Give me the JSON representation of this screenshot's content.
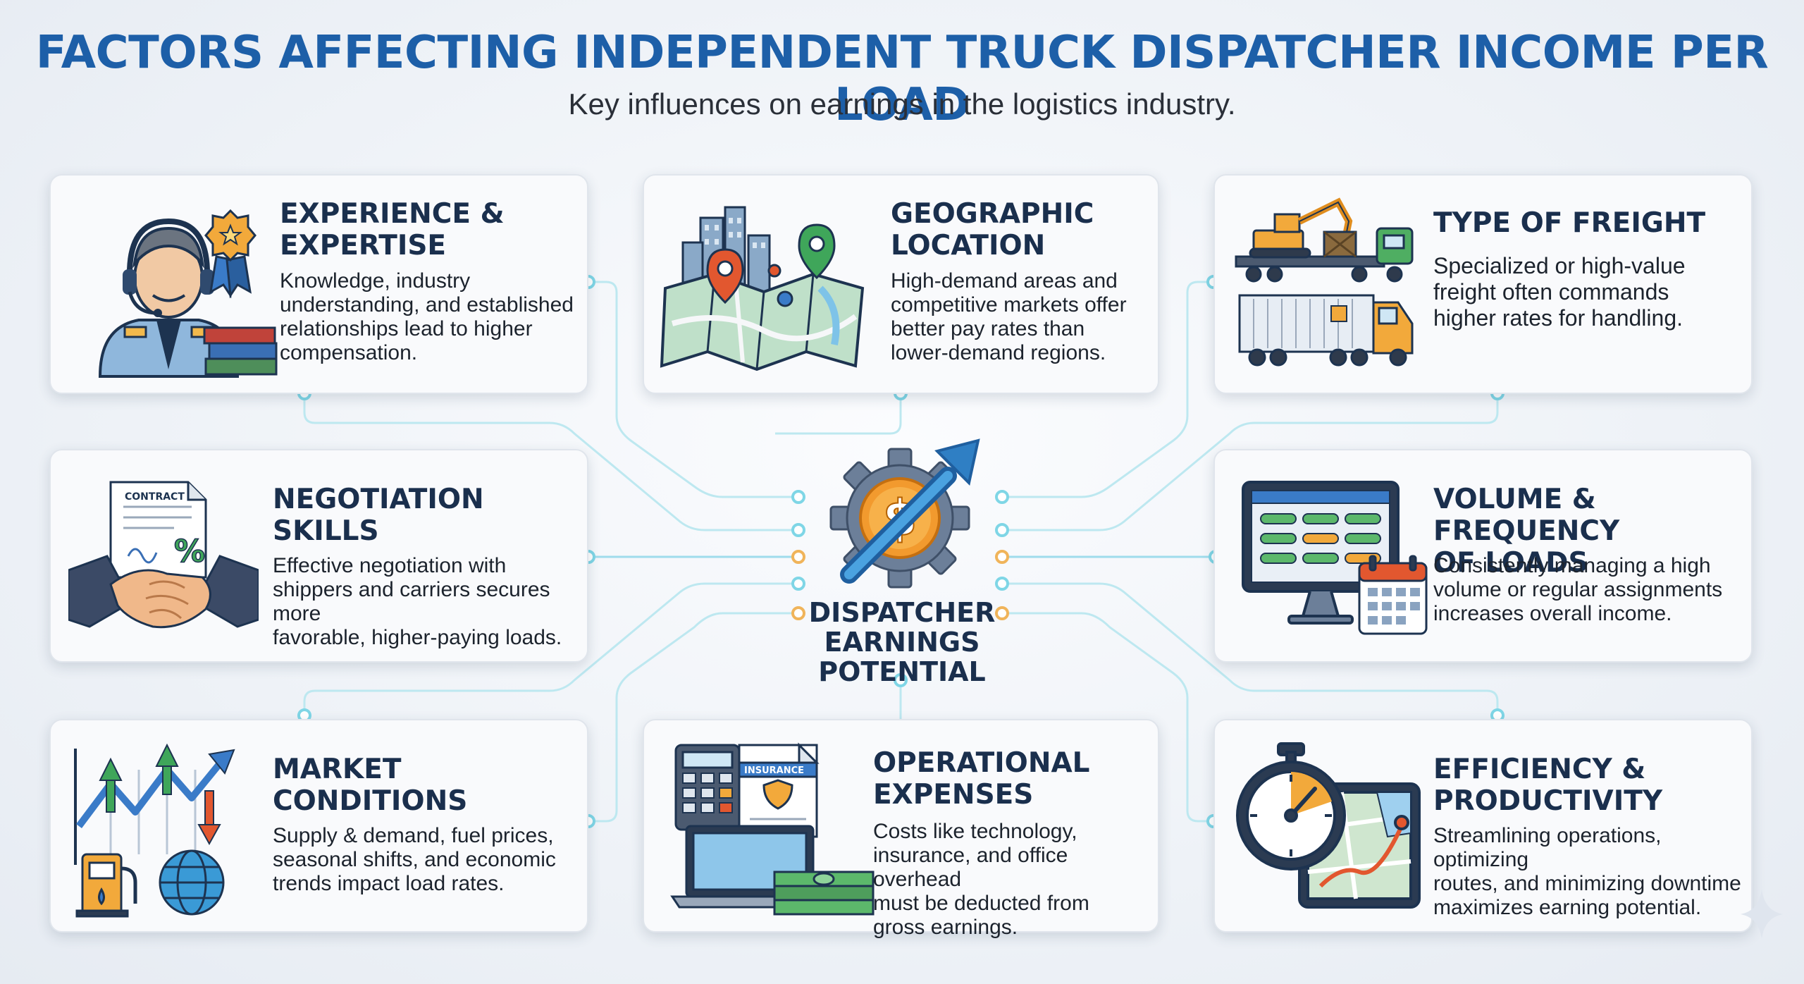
{
  "header": {
    "title": "FACTORS AFFECTING INDEPENDENT TRUCK DISPATCHER INCOME PER LOAD",
    "subtitle": "Key influences on earnings in the logistics industry."
  },
  "center": {
    "label_line1": "DISPATCHER",
    "label_line2": "EARNINGS POTENTIAL"
  },
  "factors": {
    "experience": {
      "title_line1": "EXPERIENCE &",
      "title_line2": "EXPERTISE",
      "lines": [
        "Knowledge, industry",
        "understanding, and established",
        "relationships lead to higher",
        "compensation."
      ]
    },
    "geographic": {
      "title_line1": "GEOGRAPHIC",
      "title_line2": "LOCATION",
      "lines": [
        "High-demand areas and",
        "competitive markets offer",
        "better pay rates than",
        "lower-demand regions."
      ]
    },
    "freight": {
      "title_line1": "TYPE OF FREIGHT",
      "lines": [
        "Specialized or high-value",
        "freight often commands",
        "higher rates for handling."
      ]
    },
    "negotiation": {
      "title_line1": "NEGOTIATION",
      "title_line2": "SKILLS",
      "lines": [
        "Effective negotiation with",
        "shippers and carriers secures more",
        "favorable, higher-paying loads."
      ],
      "contract_label": "CONTRACT"
    },
    "volume": {
      "title_line1": "VOLUME & FREQUENCY",
      "title_line2": "OF LOADS",
      "lines": [
        "Consistently managing a high",
        "volume or regular assignments",
        "increases overall income."
      ]
    },
    "market": {
      "title_line1": "MARKET",
      "title_line2": "CONDITIONS",
      "lines": [
        "Supply & demand, fuel prices,",
        "seasonal shifts, and economic",
        "trends impact load rates."
      ]
    },
    "operational": {
      "title_line1": "OPERATIONAL",
      "title_line2": "EXPENSES",
      "lines": [
        "Costs like technology,",
        "insurance, and office overhead",
        "must be deducted from",
        "gross earnings."
      ],
      "insurance_label": "INSURANCE"
    },
    "efficiency": {
      "title_line1": "EFFICIENCY &",
      "title_line2": "PRODUCTIVITY",
      "lines": [
        "Streamlining operations, optimizing",
        "routes, and minimizing downtime",
        "maximizes earning potential."
      ]
    }
  },
  "colors": {
    "title_blue": "#1d5fa8",
    "heading_navy": "#1a2f4d",
    "connector_cyan": "#7fd6e6",
    "connector_orange": "#f0b45a",
    "accent_orange": "#f29a2e",
    "accent_blue": "#2f7fc4"
  }
}
